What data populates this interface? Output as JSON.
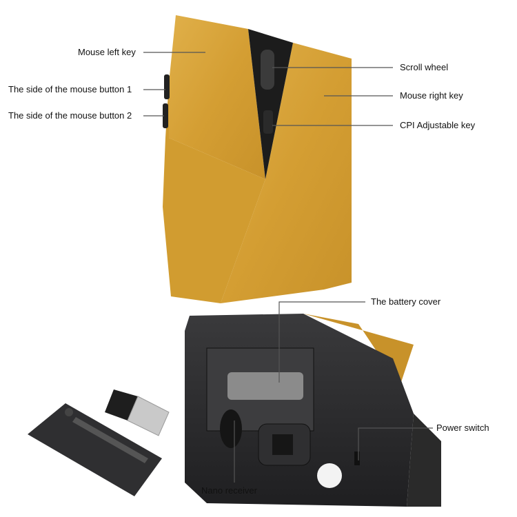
{
  "labels": {
    "mouse_left_key": "Mouse left key",
    "side_button_1": "The side of the mouse button 1",
    "side_button_2": "The side of the mouse button 2",
    "scroll_wheel": "Scroll wheel",
    "mouse_right_key": "Mouse right key",
    "cpi_key": "CPI Adjustable key",
    "battery_cover": "The battery cover",
    "power_switch": "Power switch",
    "nano_receiver": "Nano receiver"
  },
  "colors": {
    "gold": "#d9a63a",
    "body_dark": "#2b2b2d",
    "leader_line": "#555555"
  }
}
